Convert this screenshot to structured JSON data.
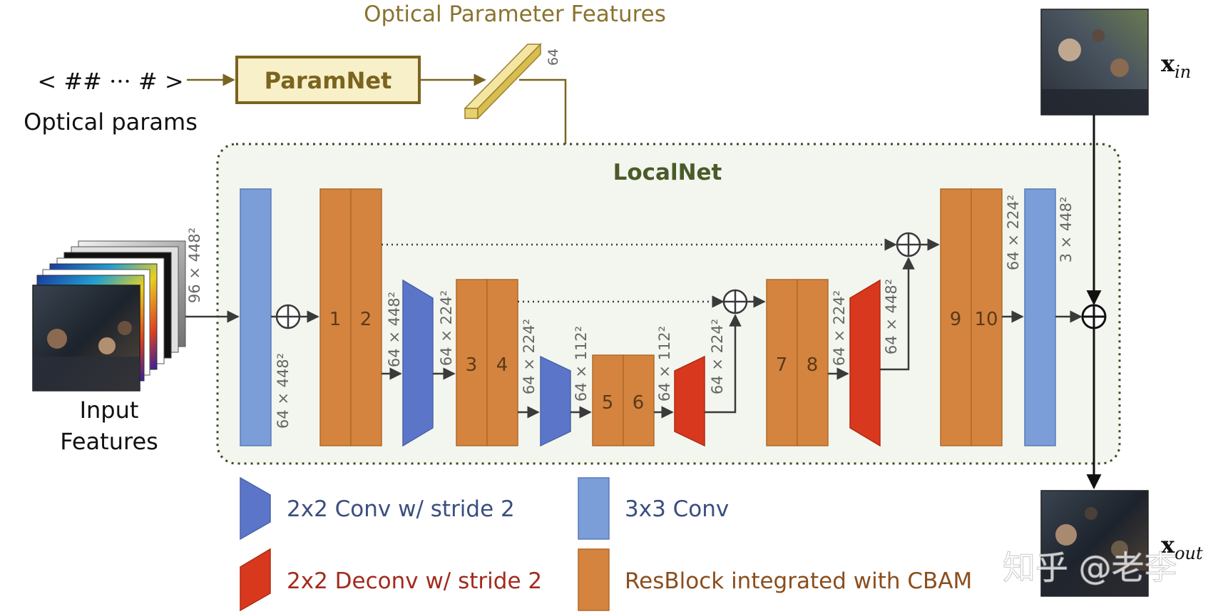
{
  "title": "Optical Parameter Features",
  "optical_params": {
    "symbol": "< ## ··· # >",
    "label": "Optical params"
  },
  "paramnet": {
    "label": "ParamNet"
  },
  "param_vector": {
    "dim": "64"
  },
  "localnet": {
    "label": "LocalNet"
  },
  "input": {
    "line1": "Input",
    "line2": "Features",
    "dim": "96 × 448²"
  },
  "blocks": {
    "conv_in_dim": "64 × 448²",
    "b1": "1",
    "b2": "2",
    "b3": "3",
    "b4": "4",
    "b5": "5",
    "b6": "6",
    "b7": "7",
    "b8": "8",
    "b9": "9",
    "b10": "10",
    "dim_after_12": "64 × 448²",
    "dim_after_down1": "64 × 224²",
    "dim_after_34": "64 × 224²",
    "dim_after_down2": "64 × 112²",
    "dim_after_56": "64 × 112²",
    "dim_after_up1": "64 × 224²",
    "dim_after_78": "64 × 224²",
    "dim_after_up2": "64 × 448²",
    "dim_after_910": "64 × 224²",
    "dim_after_conv_out": "3 × 448²"
  },
  "images": {
    "x_in": "x",
    "x_in_sub": "in",
    "x_out": "x",
    "x_out_sub": "out"
  },
  "legend": {
    "conv_stride": "2x2 Conv w/ stride 2",
    "deconv_stride": "2x2 Deconv w/ stride 2",
    "conv3": "3x3 Conv",
    "resblock": "ResBlock integrated with CBAM"
  },
  "watermark": "知乎 @老李",
  "colors": {
    "olive": "#7a6420",
    "olive_text": "#8a7330",
    "paramnet_fill": "#f8f0c8",
    "orange": "#d4843e",
    "orange_stroke": "#b06a2a",
    "blue_down": "#5b76c8",
    "light_blue": "#7b9ed8",
    "red_up": "#d8381e",
    "green_title": "#4a5a2a",
    "local_bg": "#f3f6ee",
    "blue_text": "#3a4e80",
    "red_text": "#a32a1e",
    "gray": "#555555",
    "dark": "#3a3a3a"
  }
}
